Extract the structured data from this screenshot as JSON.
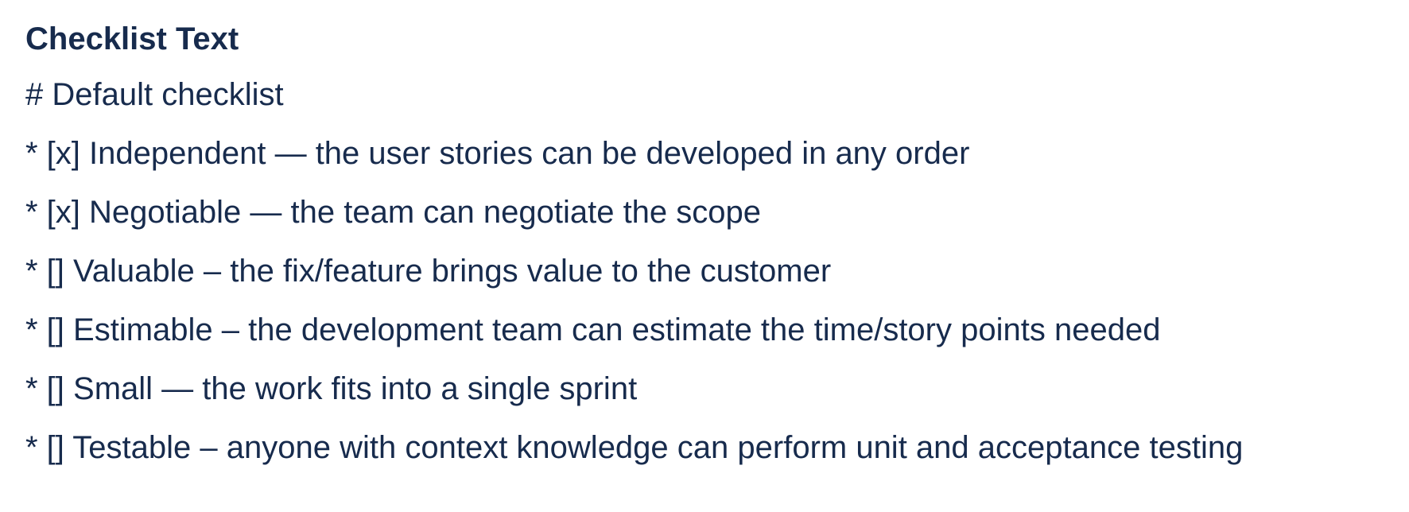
{
  "field": {
    "label": "Checklist Text"
  },
  "checklist": {
    "lines": [
      "# Default checklist",
      "* [x] Independent — the user stories can be developed in any order",
      "* [x] Negotiable — the team can negotiate the scope",
      "* [] Valuable – the fix/feature brings value to the customer",
      "* [] Estimable – the development team can estimate the time/story points needed",
      "* [] Small — the work fits into a single sprint",
      "* [] Testable – anyone with context knowledge can perform unit and acceptance testing"
    ]
  },
  "colors": {
    "text": "#172B4D",
    "background": "#FFFFFF"
  }
}
